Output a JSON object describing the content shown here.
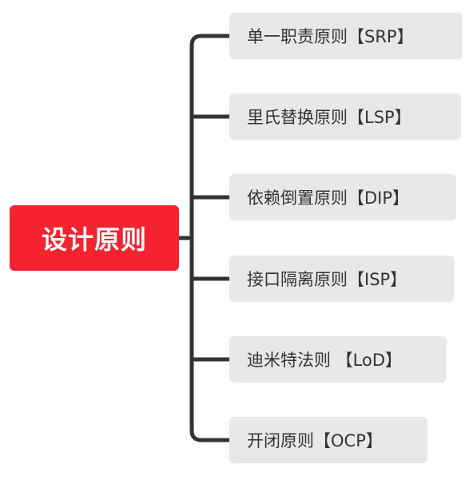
{
  "root": {
    "label": "设计原则",
    "color": "#f5232f"
  },
  "children": [
    {
      "label": "单一职责原则【SRP】"
    },
    {
      "label": "里氏替换原则【LSP】"
    },
    {
      "label": "依赖倒置原则【DIP】"
    },
    {
      "label": "接口隔离原则【ISP】"
    },
    {
      "label": "迪米特法则 【LoD】"
    },
    {
      "label": "开闭原则【OCP】"
    }
  ],
  "colors": {
    "connector": "#333333",
    "node_fill": "#e8e8e8",
    "text": "#333333"
  }
}
